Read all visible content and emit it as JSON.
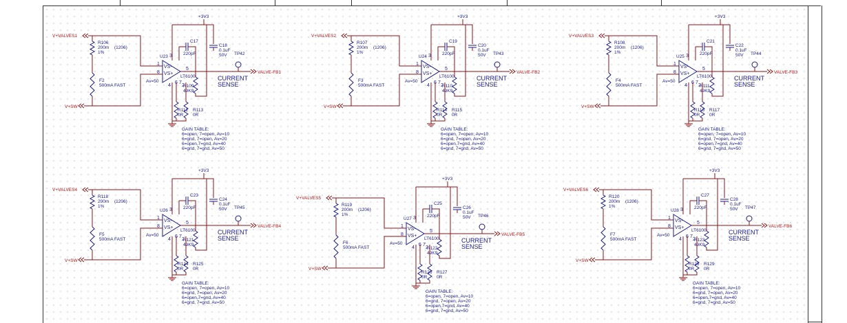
{
  "power_label": "+3V3",
  "current_sense_label": "CURRENT\nSENSE",
  "gain_setting": "Av=50",
  "gain_table": [
    "GAIN TABLE:",
    "6=open, 7=open, Av=10",
    "6=gnd, 7=open, Av=20",
    "6=open,7=gnd, Av=40",
    "6=gnd, 7=gnd, Av=50"
  ],
  "sw_net": "V+SW",
  "pin_labels": {
    "vsm": "VS-",
    "vsp": "VS+",
    "p1": "1",
    "p2": "2",
    "p3": "3",
    "p4": "4",
    "p5": "5",
    "p6": "6",
    "p7": "7",
    "p8": "8"
  },
  "channels": [
    {
      "valves_net": "V+VALVES1",
      "shunt_ref": "R106",
      "shunt_val": "200m",
      "shunt_pkg": "(1206)",
      "shunt_tol": "1%",
      "fuse_ref": "F2",
      "fuse_val": "500mA FAST",
      "ic_ref": "U23",
      "ic_part": "LT6100",
      "cap_ref": "C17",
      "cap_val": "220pF",
      "bypass_ref": "C18",
      "bypass_val": "0.1uF",
      "bypass_v": "50V",
      "tp_ref": "TP42",
      "fb_net": "VALVE-FB1",
      "rout_ref": "R109",
      "rout_val": "49K9",
      "rg1_ref": "R112",
      "rg2_ref": "R113",
      "rg_val": "0R"
    },
    {
      "valves_net": "V+VALVES2",
      "shunt_ref": "R107",
      "shunt_val": "200m",
      "shunt_pkg": "(1206)",
      "shunt_tol": "1%",
      "fuse_ref": "F3",
      "fuse_val": "500mA FAST",
      "ic_ref": "U24",
      "ic_part": "LT6100",
      "cap_ref": "C19",
      "cap_val": "220pF",
      "bypass_ref": "C20",
      "bypass_val": "0.1uF",
      "bypass_v": "50V",
      "tp_ref": "TP43",
      "fb_net": "VALVE-FB2",
      "rout_ref": "R110",
      "rout_val": "49K9",
      "rg1_ref": "R114",
      "rg2_ref": "R115",
      "rg_val": "0R"
    },
    {
      "valves_net": "V+VALVES3",
      "shunt_ref": "R108",
      "shunt_val": "200m",
      "shunt_pkg": "(1206)",
      "shunt_tol": "1%",
      "fuse_ref": "F4",
      "fuse_val": "500mA FAST",
      "ic_ref": "U25",
      "ic_part": "LT6100",
      "cap_ref": "C21",
      "cap_val": "220pF",
      "bypass_ref": "C22",
      "bypass_val": "0.1uF",
      "bypass_v": "50V",
      "tp_ref": "TP44",
      "fb_net": "VALVE-FB3",
      "rout_ref": "R111",
      "rout_val": "49K9",
      "rg1_ref": "R116",
      "rg2_ref": "R117",
      "rg_val": "0R"
    },
    {
      "valves_net": "V+VALVES4",
      "shunt_ref": "R118",
      "shunt_val": "200m",
      "shunt_pkg": "(1206)",
      "shunt_tol": "1%",
      "fuse_ref": "F5",
      "fuse_val": "500mA FAST",
      "ic_ref": "U26",
      "ic_part": "LT6100",
      "cap_ref": "C23",
      "cap_val": "220pF",
      "bypass_ref": "C24",
      "bypass_val": "0.1uF",
      "bypass_v": "50V",
      "tp_ref": "TP45",
      "fb_net": "VALVE-FB4",
      "rout_ref": "R121",
      "rout_val": "49K9",
      "rg1_ref": "R124",
      "rg2_ref": "R125",
      "rg_val": "0R"
    },
    {
      "valves_net": "V+VALVES5",
      "shunt_ref": "R119",
      "shunt_val": "200m",
      "shunt_pkg": "(1206)",
      "shunt_tol": "1%",
      "fuse_ref": "F6",
      "fuse_val": "500mA FAST",
      "ic_ref": "U27",
      "ic_part": "LT6100",
      "cap_ref": "C25",
      "cap_val": "220pF",
      "bypass_ref": "C26",
      "bypass_val": "0.1uF",
      "bypass_v": "50V",
      "tp_ref": "TP46",
      "fb_net": "VALVE-FB5",
      "rout_ref": "R122",
      "rout_val": "49K9",
      "rg1_ref": "R126",
      "rg2_ref": "R127",
      "rg_val": "0R"
    },
    {
      "valves_net": "V+VALVES6",
      "shunt_ref": "R120",
      "shunt_val": "200m",
      "shunt_pkg": "(1206)",
      "shunt_tol": "1%",
      "fuse_ref": "F7",
      "fuse_val": "500mA FAST",
      "ic_ref": "U28",
      "ic_part": "LT6100",
      "cap_ref": "C27",
      "cap_val": "220pF",
      "bypass_ref": "C28",
      "bypass_val": "0.1uF",
      "bypass_v": "50V",
      "tp_ref": "TP47",
      "fb_net": "VALVE-FB6",
      "rout_ref": "R123",
      "rout_val": "49K9",
      "rg1_ref": "R128",
      "rg2_ref": "R129",
      "rg_val": "0R"
    }
  ],
  "colors": {
    "wire": "#8c1010",
    "part": "#1a1a8c",
    "net": "#c01010",
    "grid": "#d8d8e8"
  }
}
